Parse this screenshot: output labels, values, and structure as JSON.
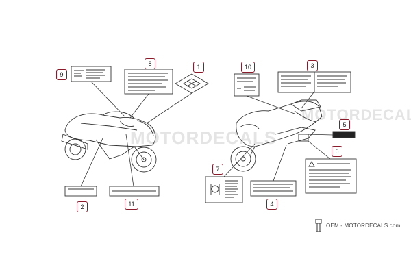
{
  "diagram": {
    "callouts": [
      "1",
      "2",
      "3",
      "4",
      "5",
      "6",
      "7",
      "8",
      "9",
      "10",
      "11"
    ],
    "watermark": "MOTORDECALS",
    "brand": "OEM - MOTORDECALS.com",
    "accent_color": "#8b1a2b"
  }
}
